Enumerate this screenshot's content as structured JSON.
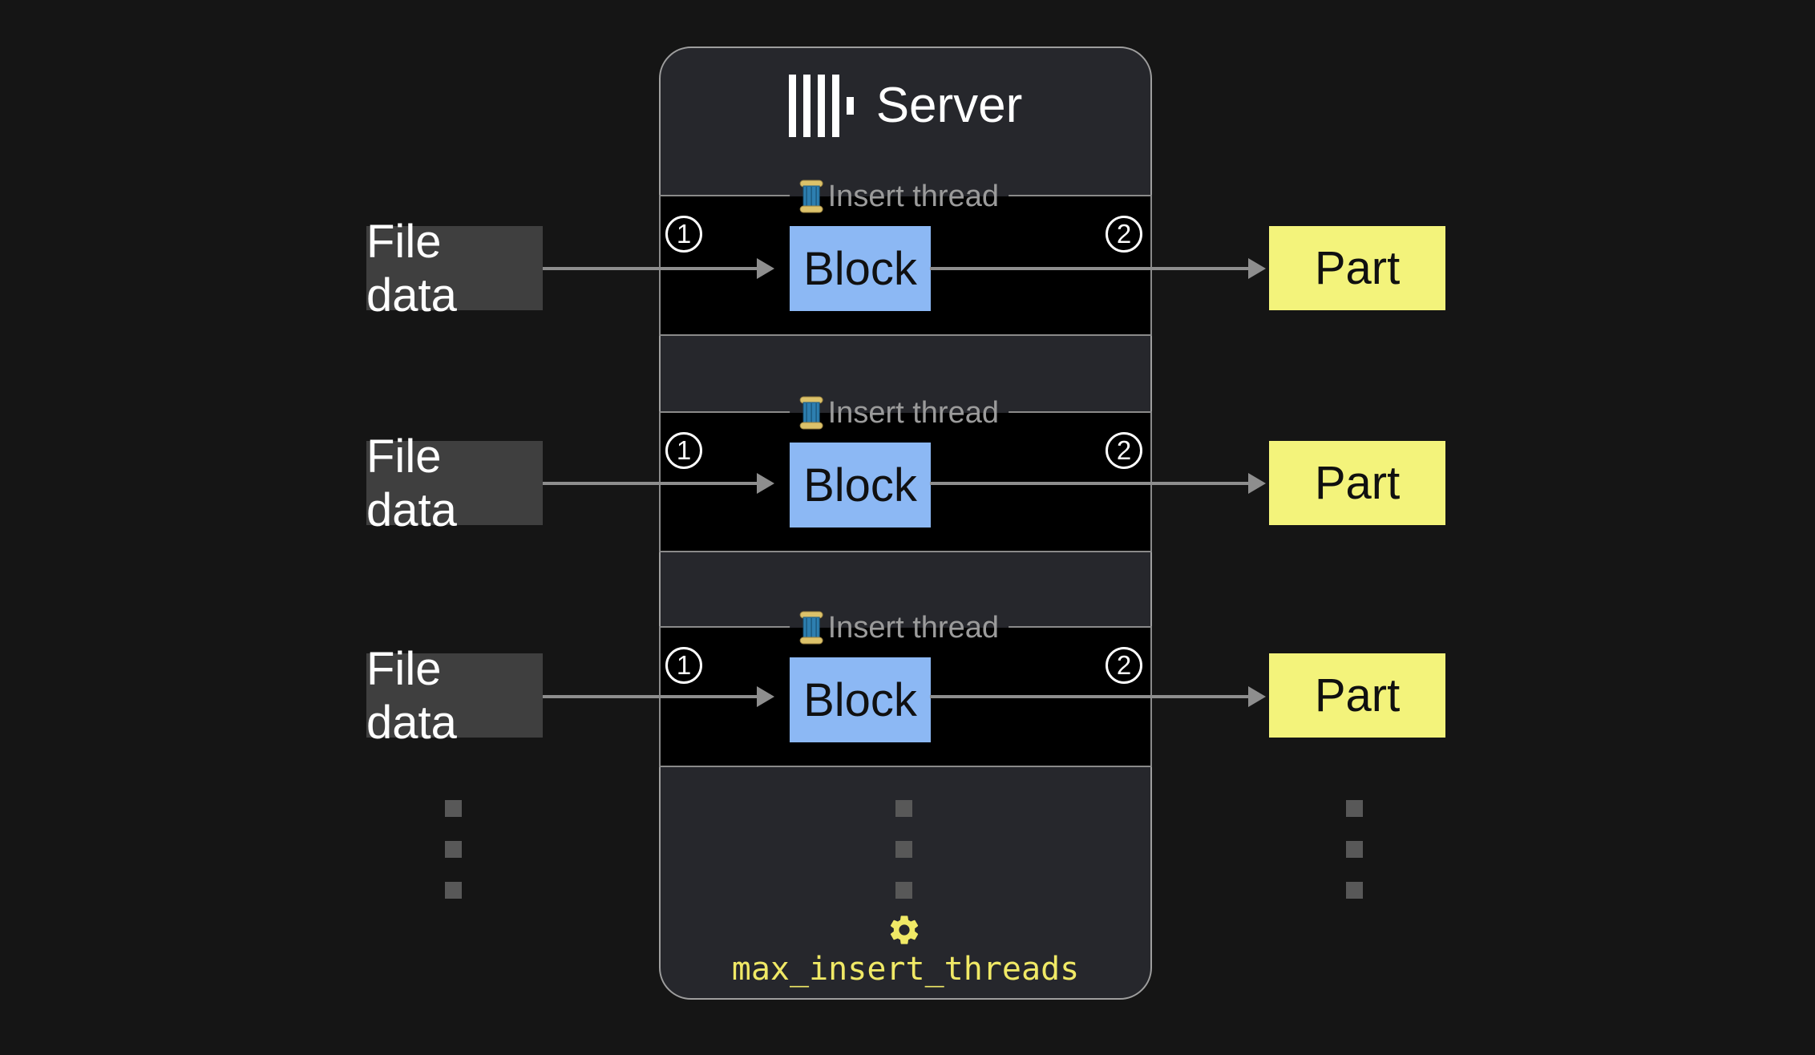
{
  "server": {
    "title": "Server",
    "setting": "max_insert_threads",
    "threads": [
      {
        "label": "Insert thread",
        "step_in": "1",
        "block": "Block",
        "step_out": "2"
      },
      {
        "label": "Insert thread",
        "step_in": "1",
        "block": "Block",
        "step_out": "2"
      },
      {
        "label": "Insert thread",
        "step_in": "1",
        "block": "Block",
        "step_out": "2"
      }
    ]
  },
  "flows": [
    {
      "input": "File data",
      "output": "Part"
    },
    {
      "input": "File data",
      "output": "Part"
    },
    {
      "input": "File data",
      "output": "Part"
    }
  ],
  "icons": {
    "logo": "clickhouse-logo",
    "thread": "thread-spool-icon",
    "gear": "gear-icon",
    "ellipsis": "vertical-ellipsis-dots"
  },
  "colors": {
    "bg": "#151515",
    "panel": "#26272c",
    "panel_border": "#9e9e9e",
    "unit_border": "#8a8a8a",
    "legend_text": "#9b9b9b",
    "file": "#3f3f3f",
    "block": "#8cb8f4",
    "part": "#f3f37b",
    "arrow": "#8e8e8e",
    "accent": "#f0e966",
    "dot": "#585858"
  }
}
